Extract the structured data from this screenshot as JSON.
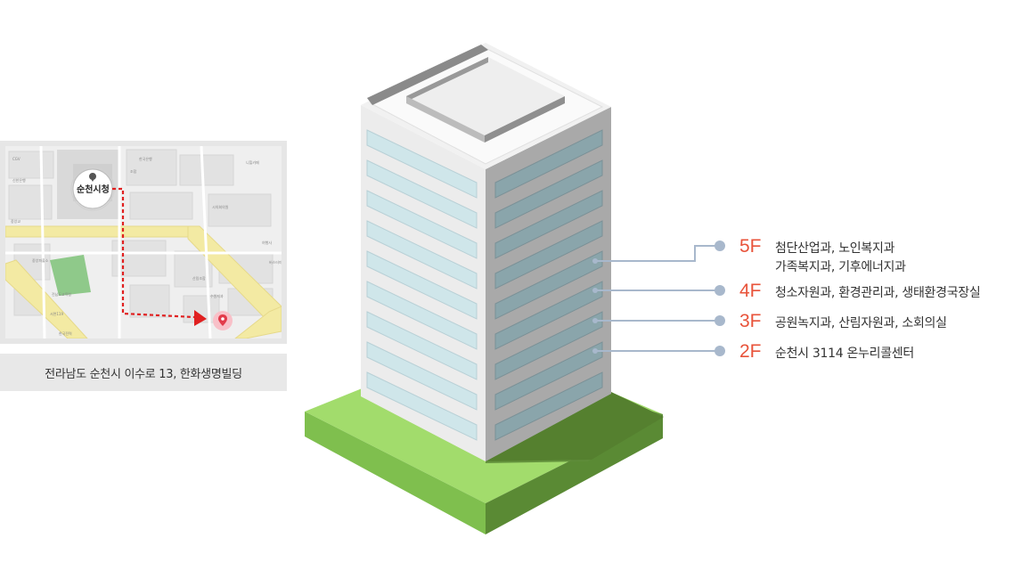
{
  "map": {
    "city_hall_label": "순천시청",
    "address": "전라남도 순천시 이수로 13, 한화생명빌딩",
    "colors": {
      "road": "#f3eaa3",
      "route": "#e02020",
      "park": "#8fc98a"
    }
  },
  "floors": [
    {
      "num": "5F",
      "lines": [
        "첨단산업과, 노인복지과",
        "가족복지과, 기후에너지과"
      ]
    },
    {
      "num": "4F",
      "lines": [
        "청소자원과, 환경관리과, 생태환경국장실"
      ]
    },
    {
      "num": "3F",
      "lines": [
        "공원녹지과, 산림자원과, 소회의실"
      ]
    },
    {
      "num": "2F",
      "lines": [
        "순천시 3114 온누리콜센터"
      ]
    }
  ],
  "colors": {
    "floor_number": "#e8533a",
    "leader": "#a8b8cc",
    "grass": "#9fd86a",
    "grass_dark": "#5e8c3a"
  }
}
